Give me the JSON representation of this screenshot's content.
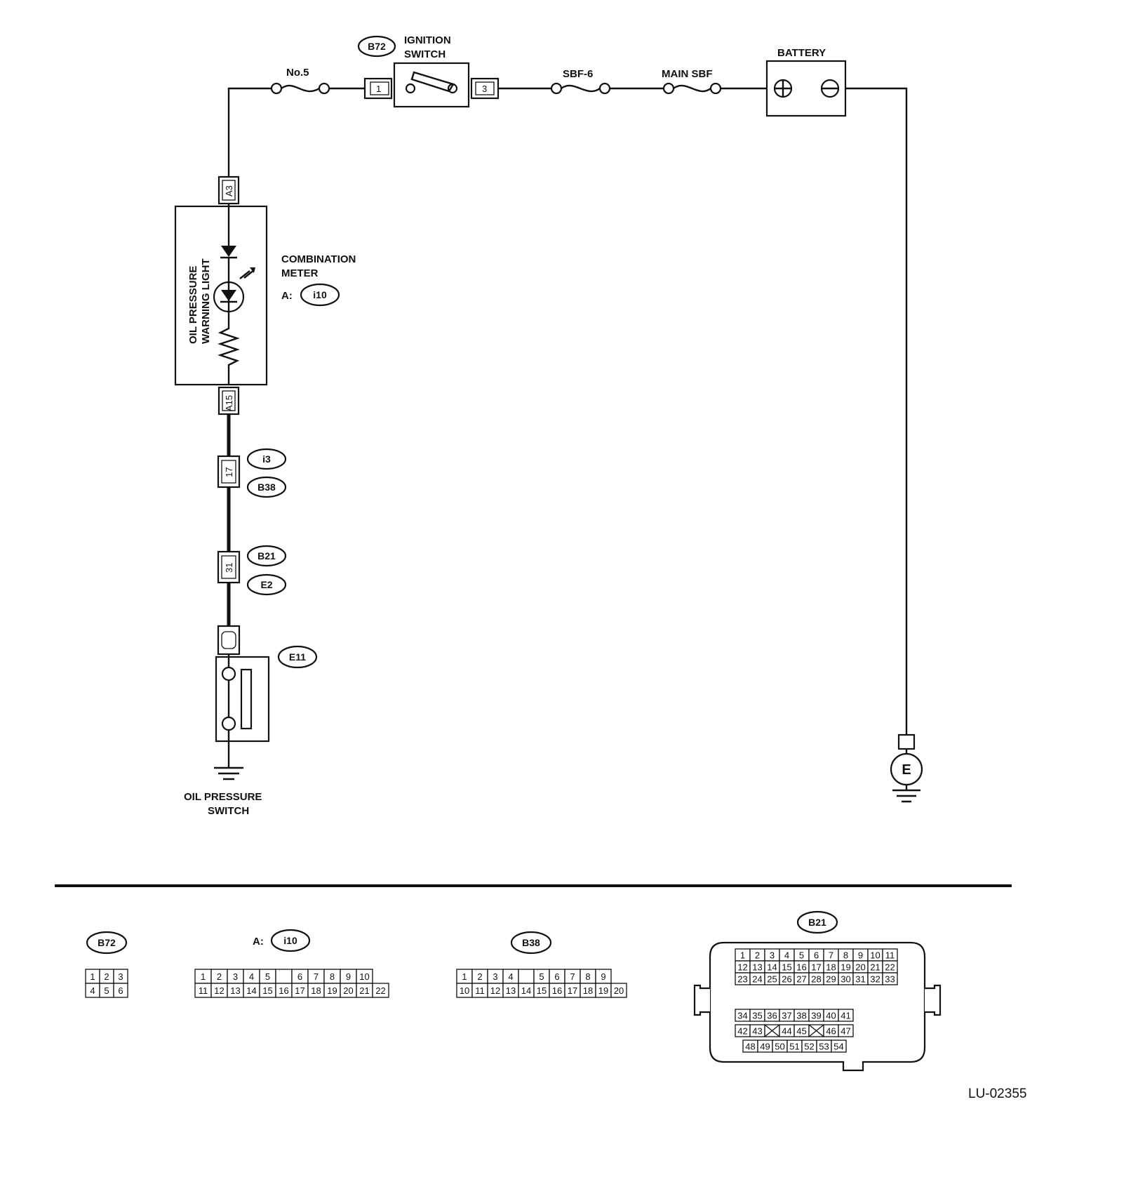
{
  "labels": {
    "ignition_switch_line1": "IGNITION",
    "ignition_switch_line2": "SWITCH",
    "fuse_no5": "No.5",
    "sbf6": "SBF-6",
    "main_sbf": "MAIN SBF",
    "battery": "BATTERY",
    "combination_meter_line1": "COMBINATION",
    "combination_meter_line2": "METER",
    "combination_meter_prefix": "A:",
    "warning_light_line1": "OIL PRESSURE",
    "warning_light_line2": "WARNING LIGHT",
    "oil_pressure_switch_line1": "OIL PRESSURE",
    "oil_pressure_switch_line2": "SWITCH",
    "ground_e": "E",
    "diagram_ref": "LU-02355"
  },
  "connectors": {
    "b72": "B72",
    "i10": "i10",
    "i3": "i3",
    "b38": "B38",
    "b21": "B21",
    "e2": "E2",
    "e11": "E11"
  },
  "pins": {
    "ign_in": "1",
    "ign_out": "3",
    "meter_top": "A3",
    "meter_bottom": "A15",
    "i3_b38": "17",
    "b21_e2": "31"
  },
  "connector_views": {
    "b72": {
      "name": "B72",
      "rows": [
        [
          "1",
          "2",
          "3"
        ],
        [
          "4",
          "5",
          "6"
        ]
      ]
    },
    "i10": {
      "prefix": "A:",
      "name": "i10",
      "rows": [
        [
          "1",
          "2",
          "3",
          "4",
          "5",
          "",
          "6",
          "7",
          "8",
          "9",
          "10"
        ],
        [
          "11",
          "12",
          "13",
          "14",
          "15",
          "16",
          "17",
          "18",
          "19",
          "20",
          "21",
          "22"
        ]
      ]
    },
    "b38": {
      "name": "B38",
      "rows": [
        [
          "1",
          "2",
          "3",
          "4",
          "",
          "5",
          "6",
          "7",
          "8",
          "9"
        ],
        [
          "10",
          "11",
          "12",
          "13",
          "14",
          "15",
          "16",
          "17",
          "18",
          "19",
          "20"
        ]
      ]
    },
    "b21": {
      "name": "B21",
      "rows": [
        [
          "1",
          "2",
          "3",
          "4",
          "5",
          "6",
          "7",
          "8",
          "9",
          "10",
          "11"
        ],
        [
          "12",
          "13",
          "14",
          "15",
          "16",
          "17",
          "18",
          "19",
          "20",
          "21",
          "22"
        ],
        [
          "23",
          "24",
          "25",
          "26",
          "27",
          "28",
          "29",
          "30",
          "31",
          "32",
          "33"
        ],
        [
          "34",
          "35",
          "36",
          "37",
          "38",
          "39",
          "40",
          "41"
        ],
        [
          "42",
          "43",
          "X",
          "44",
          "45",
          "X",
          "46",
          "47"
        ],
        [
          "48",
          "49",
          "50",
          "51",
          "52",
          "53",
          "54"
        ]
      ]
    }
  }
}
